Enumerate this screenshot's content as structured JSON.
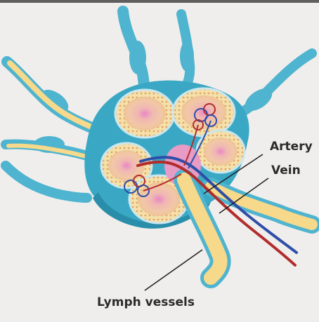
{
  "labels": {
    "artery": "Artery",
    "vein": "Vein",
    "lymph_vessels": "Lymph vessels"
  },
  "colors": {
    "top_rule": "#5f5f5f",
    "background": "#f0eeec",
    "capsule": "#3aa8c4",
    "capsule_dark": "#2a8eaa",
    "lymph_vessel": "#4fb4cf",
    "lymph_inner": "#f6d98a",
    "follicle": "#f2c7a8",
    "follicle_center": "#e07fbf",
    "follicle_rim": "#f3dca0",
    "artery": "#b22c2c",
    "vein": "#2e4ea8",
    "label_text": "#2b2b2b",
    "leader_line": "#1e1e1e"
  }
}
